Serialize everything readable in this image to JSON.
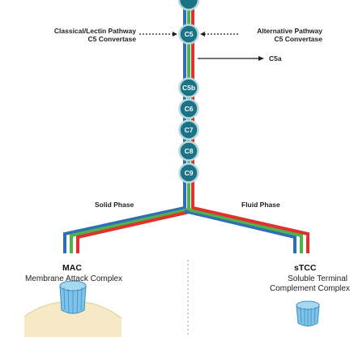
{
  "pathway_left": {
    "line1": "Classical/Lectin Pathway",
    "line2": "C5 Convertase"
  },
  "pathway_right": {
    "line1": "Alternative Pathway",
    "line2": "C5 Convertase"
  },
  "cleavage_product": "C5a",
  "components": [
    "C5",
    "C5b",
    "C6",
    "C7",
    "C8",
    "C9"
  ],
  "phases": {
    "solid": "Solid Phase",
    "fluid": "Fluid Phase"
  },
  "outcomes": {
    "mac": {
      "title": "MAC",
      "subtitle": "Membrane Attack Complex"
    },
    "stcc": {
      "title": "sTCC",
      "subtitle_line1": "Soluble Terminal",
      "subtitle_line2": "Complement Complex"
    }
  },
  "colors": {
    "node_fill": "#1a7387",
    "node_ring": "#b9d8de",
    "stripe_blue": "#2f6fb3",
    "stripe_green": "#4fb24f",
    "stripe_red": "#e0312d",
    "complex_fill": "#7ec3ea",
    "cell_fill": "#f6eac6"
  }
}
